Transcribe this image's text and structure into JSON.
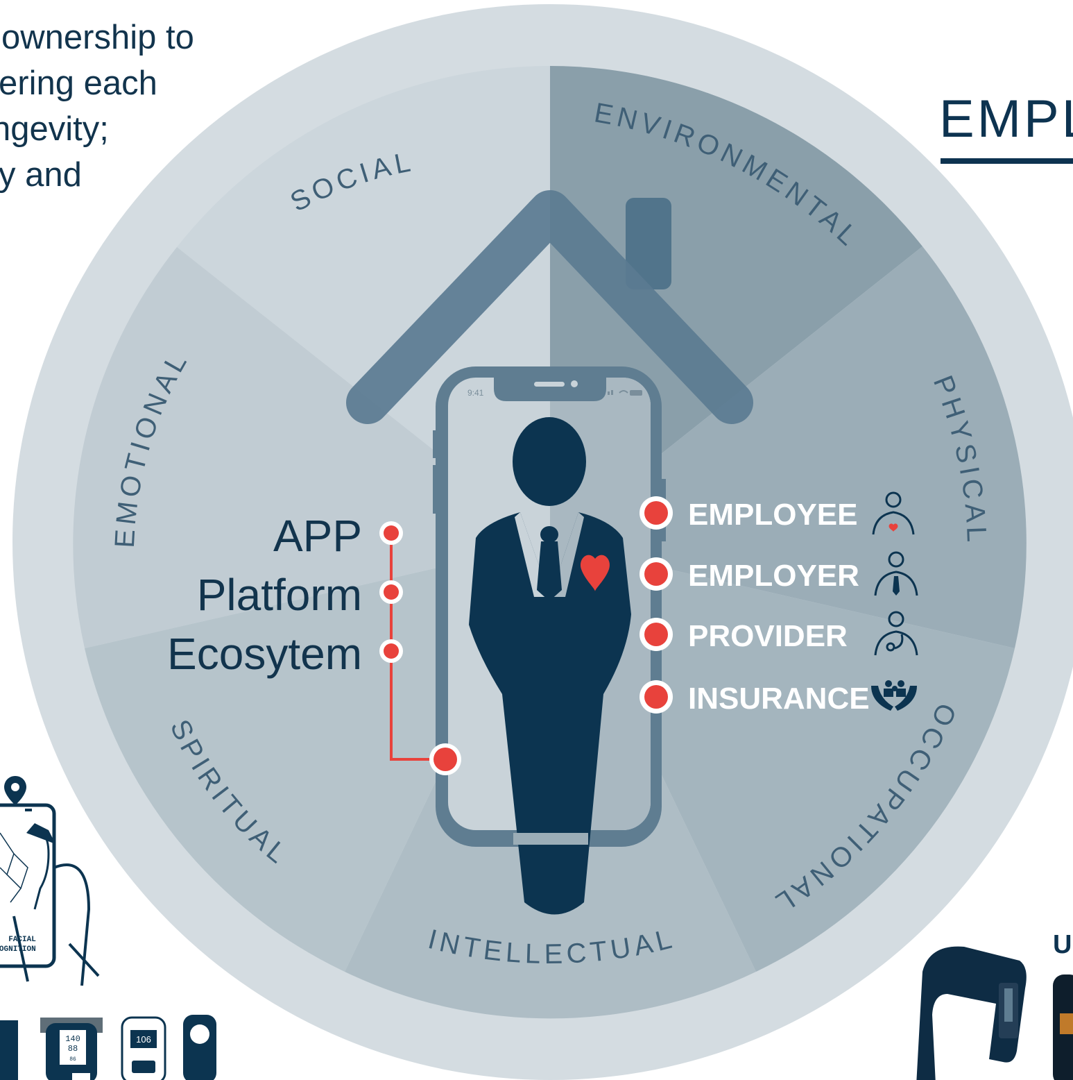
{
  "intro_text": [
    "ownership to",
    "ering each",
    "ngevity;",
    "y and"
  ],
  "side_heading": "EMPL",
  "side_label": "U",
  "wheel_segments": [
    "SOCIAL",
    "ENVIRONMENTAL",
    "PHYSICAL",
    "OCCUPATIONAL",
    "INTELLECTUAL",
    "SPIRITUAL",
    "EMOTIONAL"
  ],
  "stack_levels": [
    "APP",
    "Platform",
    "Ecosytem"
  ],
  "stakeholders": [
    {
      "label": "EMPLOYEE",
      "icon": "employee-heart-icon"
    },
    {
      "label": "EMPLOYER",
      "icon": "employer-tie-icon"
    },
    {
      "label": "PROVIDER",
      "icon": "provider-stethoscope-icon"
    },
    {
      "label": "INSURANCE",
      "icon": "insurance-family-hands-icon"
    }
  ],
  "phone_time": "9:41",
  "facial_recognition_label": [
    "FACIAL",
    "COGNITION"
  ],
  "device_readings": {
    "bp_top": "140",
    "bp_mid": "88",
    "bp_bottom": "86",
    "glucose": "106"
  },
  "colors": {
    "ring": "#d3dbe0",
    "accent_red": "#e8423c",
    "navy": "#0c3450",
    "house": "#4a6f87"
  }
}
